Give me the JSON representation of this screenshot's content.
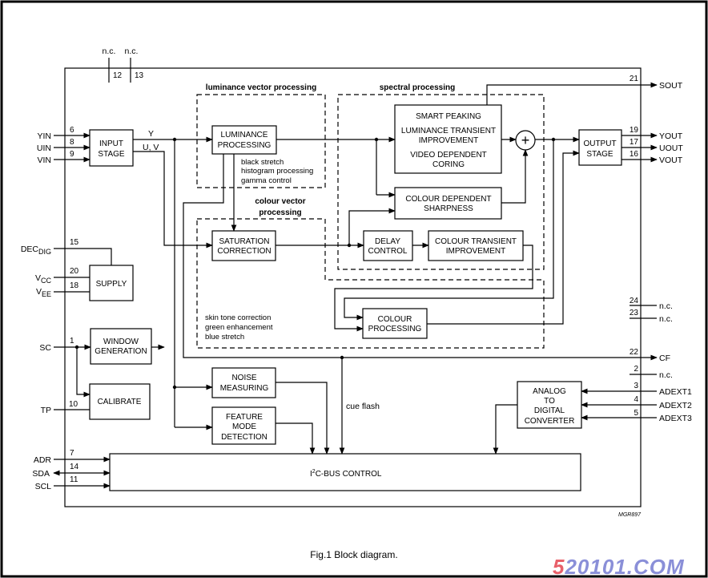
{
  "figure": {
    "caption": "Fig.1  Block diagram.",
    "drawing_code": "MGR897",
    "watermark": {
      "prefix": "5",
      "rest": "20101.COM",
      "prefix_color": "#e8606a",
      "rest_color": "#8a8fd8"
    }
  },
  "groups": {
    "luminance": "luminance vector processing",
    "spectral": "spectral processing",
    "colour_line1": "colour vector",
    "colour_line2": "processing"
  },
  "blocks": {
    "input_stage": [
      "INPUT",
      "STAGE"
    ],
    "luminance_processing": [
      "LUMINANCE",
      "PROCESSING"
    ],
    "luminance_notes": [
      "black stretch",
      "histogram processing",
      "gamma control"
    ],
    "smart_peaking": [
      "SMART PEAKING",
      "LUMINANCE TRANSIENT",
      "IMPROVEMENT",
      "VIDEO DEPENDENT",
      "CORING"
    ],
    "colour_dependent_sharpness": [
      "COLOUR DEPENDENT",
      "SHARPNESS"
    ],
    "output_stage": [
      "OUTPUT",
      "STAGE"
    ],
    "saturation_correction": [
      "SATURATION",
      "CORRECTION"
    ],
    "delay_control": [
      "DELAY",
      "CONTROL"
    ],
    "colour_transient_improvement": [
      "COLOUR TRANSIENT",
      "IMPROVEMENT"
    ],
    "colour_processing": [
      "COLOUR",
      "PROCESSING"
    ],
    "colour_notes": [
      "skin tone correction",
      "green enhancement",
      "blue stretch"
    ],
    "supply": [
      "SUPPLY"
    ],
    "window_generation": [
      "WINDOW",
      "GENERATION"
    ],
    "calibrate": [
      "CALIBRATE"
    ],
    "noise_measuring": [
      "NOISE",
      "MEASURING"
    ],
    "feature_mode_detection": [
      "FEATURE",
      "MODE",
      "DETECTION"
    ],
    "adc": [
      "ANALOG",
      "TO",
      "DIGITAL",
      "CONVERTER"
    ],
    "i2c_prefix": "I",
    "i2c_sup": "2",
    "i2c_rest": "C-BUS CONTROL",
    "adder_symbol": "+"
  },
  "signals": {
    "y": "Y",
    "uv": "U, V",
    "cue_flash": "cue flash"
  },
  "pins": {
    "nc12": {
      "name": "n.c.",
      "num": "12"
    },
    "nc13": {
      "name": "n.c.",
      "num": "13"
    },
    "yin": {
      "name": "YIN",
      "num": "6"
    },
    "uin": {
      "name": "UIN",
      "num": "8"
    },
    "vin": {
      "name": "VIN",
      "num": "9"
    },
    "decdig": {
      "name": "DEC",
      "sub": "DIG",
      "num": "15"
    },
    "vcc": {
      "name": "V",
      "sub": "CC",
      "num": "20"
    },
    "vee": {
      "name": "V",
      "sub": "EE",
      "num": "18"
    },
    "sc": {
      "name": "SC",
      "num": "1"
    },
    "tp": {
      "name": "TP",
      "num": "10"
    },
    "adr": {
      "name": "ADR",
      "num": "7"
    },
    "sda": {
      "name": "SDA",
      "num": "14"
    },
    "scl": {
      "name": "SCL",
      "num": "11"
    },
    "sout": {
      "name": "SOUT",
      "num": "21"
    },
    "yout": {
      "name": "YOUT",
      "num": "19"
    },
    "uout": {
      "name": "UOUT",
      "num": "17"
    },
    "vout": {
      "name": "VOUT",
      "num": "16"
    },
    "nc24": {
      "name": "n.c.",
      "num": "24"
    },
    "nc23": {
      "name": "n.c.",
      "num": "23"
    },
    "cf": {
      "name": "CF",
      "num": "22"
    },
    "nc2": {
      "name": "n.c.",
      "num": "2"
    },
    "adext1": {
      "name": "ADEXT1",
      "num": "3"
    },
    "adext2": {
      "name": "ADEXT2",
      "num": "4"
    },
    "adext3": {
      "name": "ADEXT3",
      "num": "5"
    }
  }
}
